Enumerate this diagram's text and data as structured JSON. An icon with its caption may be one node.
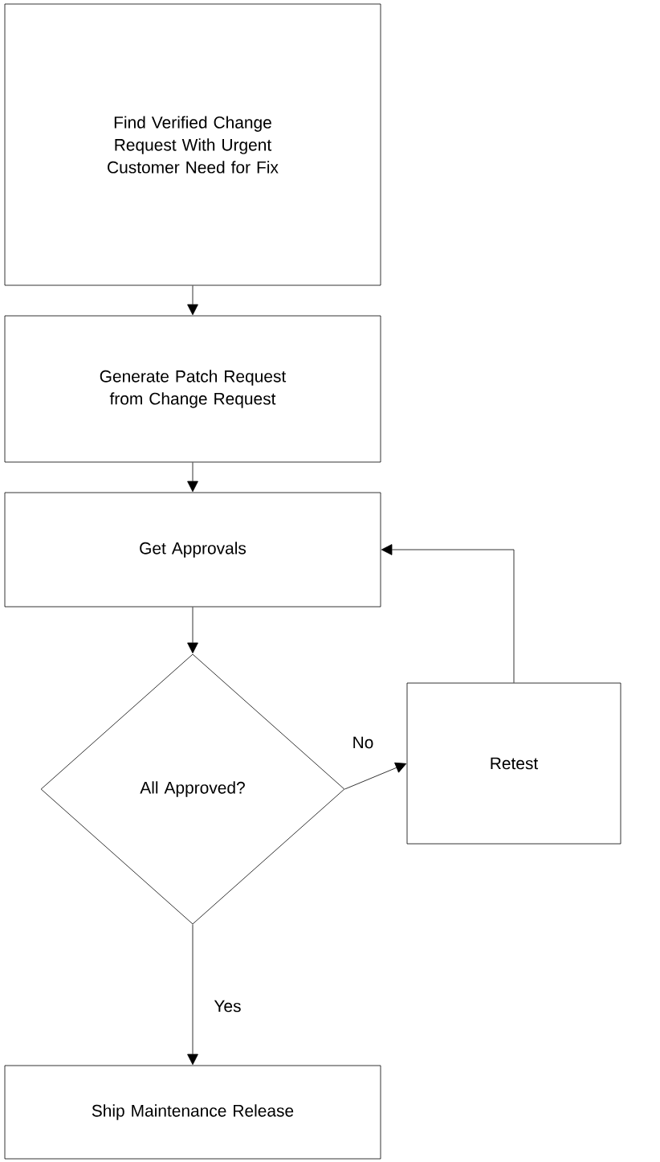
{
  "diagram": {
    "nodes": [
      {
        "text": [
          "Find Verified Change Request With Urgent Customer Need for Fix"
        ]
      },
      {
        "text": [
          "Generate Patch Request from Change Request"
        ]
      },
      {
        "text": [
          "Get Approvals"
        ]
      },
      {
        "text": [
          "All Approved?"
        ]
      },
      {
        "text": [
          "Retest"
        ]
      },
      {
        "text": [
          "Ship Maintenance Release"
        ]
      }
    ],
    "edges": [
      {
        "from": 0,
        "to": 1,
        "arrow": "to"
      },
      {
        "from": 1,
        "to": 2,
        "arrow": "to"
      },
      {
        "from": 2,
        "to": 3,
        "arrow": "to"
      },
      {
        "from": 3,
        "to": 4,
        "arrow": "to",
        "label": "No"
      },
      {
        "from": 4,
        "to": 2,
        "arrow": "to"
      },
      {
        "from": 3,
        "to": 5,
        "arrow": "to",
        "label": "Yes"
      }
    ]
  }
}
